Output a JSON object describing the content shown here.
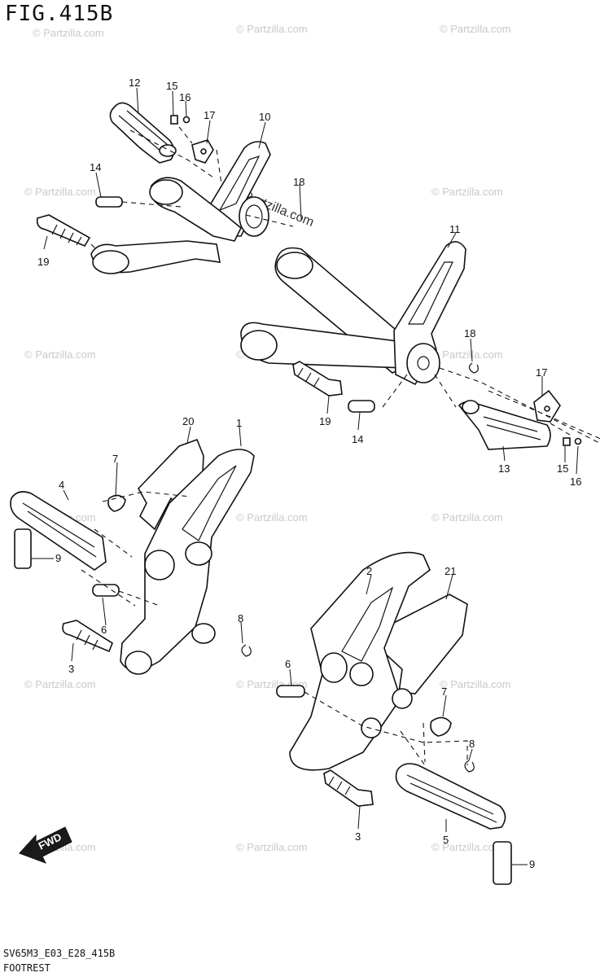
{
  "figure_title": "FIG.415B",
  "drawing_code": "SV65M3_E03_E28_415B",
  "caption": "FOOTREST",
  "watermark": "© Partzilla.com",
  "watermark_center": "© Partzilla.com",
  "fwd_label": "FWD",
  "callouts": [
    "12",
    "15",
    "16",
    "17",
    "10",
    "14",
    "18",
    "19",
    "11",
    "18",
    "17",
    "19",
    "14",
    "13",
    "15",
    "16",
    "20",
    "1",
    "7",
    "4",
    "9",
    "6",
    "3",
    "8",
    "2",
    "21",
    "6",
    "7",
    "8",
    "3",
    "5",
    "9"
  ]
}
